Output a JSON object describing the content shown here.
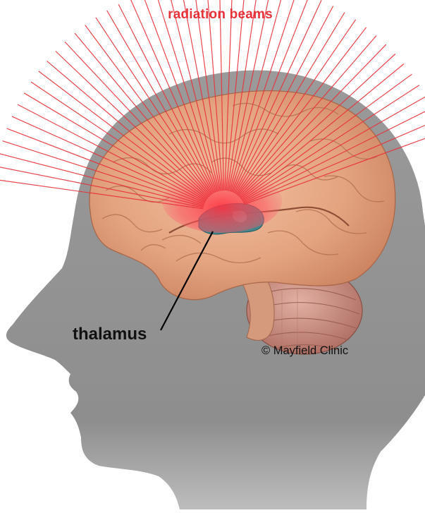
{
  "labels": {
    "beams": "radiation beams",
    "target": "thalamus",
    "credit": "© Mayfield Clinic"
  },
  "colors": {
    "beam": "#e8323a",
    "head_silhouette": "#8f8f8f",
    "brain": "#e0a37f",
    "cerebellum": "#c98f85",
    "thalamus": "#2f7f8a",
    "leader_line": "#000000"
  }
}
